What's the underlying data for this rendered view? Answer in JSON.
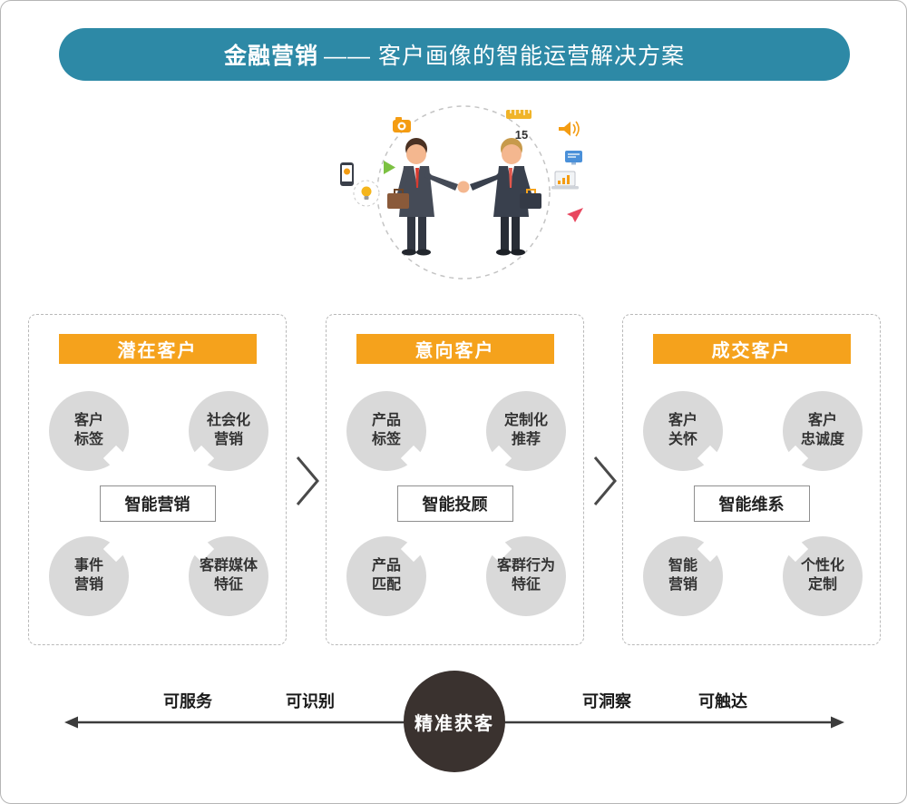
{
  "header": {
    "title_bold": "金融营销",
    "title_rest": "—— 客户画像的智能运营解决方案",
    "bg_color": "#2d89a6",
    "text_color": "#ffffff"
  },
  "illustration": {
    "description": "two businessmen shaking hands inside dashed circle",
    "ruler_text": "15",
    "icons": [
      "camera-icon",
      "ruler-icon",
      "megaphone-icon",
      "monitor-icon",
      "laptop-chart-icon",
      "paper-plane-icon",
      "smartphone-icon",
      "play-icon",
      "lightbulb-icon"
    ]
  },
  "panels": [
    {
      "title": "潜在客户",
      "center_label": "智能营销",
      "bubbles": [
        {
          "line1": "客户",
          "line2": "标签"
        },
        {
          "line1": "社会化",
          "line2": "营销"
        },
        {
          "line1": "事件",
          "line2": "营销"
        },
        {
          "line1": "客群媒体",
          "line2": "特征"
        }
      ]
    },
    {
      "title": "意向客户",
      "center_label": "智能投顾",
      "bubbles": [
        {
          "line1": "产品",
          "line2": "标签"
        },
        {
          "line1": "定制化",
          "line2": "推荐"
        },
        {
          "line1": "产品",
          "line2": "匹配"
        },
        {
          "line1": "客群行为",
          "line2": "特征"
        }
      ]
    },
    {
      "title": "成交客户",
      "center_label": "智能维系",
      "bubbles": [
        {
          "line1": "客户",
          "line2": "关怀"
        },
        {
          "line1": "客户",
          "line2": "忠诚度"
        },
        {
          "line1": "智能",
          "line2": "营销"
        },
        {
          "line1": "个性化",
          "line2": "定制"
        }
      ]
    }
  ],
  "axis": {
    "labels": [
      "可服务",
      "可识别",
      "可洞察",
      "可触达"
    ],
    "center_label": "精准获客",
    "circle_color": "#3a322f"
  },
  "colors": {
    "teal": "#2d89a6",
    "orange": "#f5a21c",
    "bubble_gray": "#d9d9d9",
    "dark_circle": "#3a322f"
  }
}
